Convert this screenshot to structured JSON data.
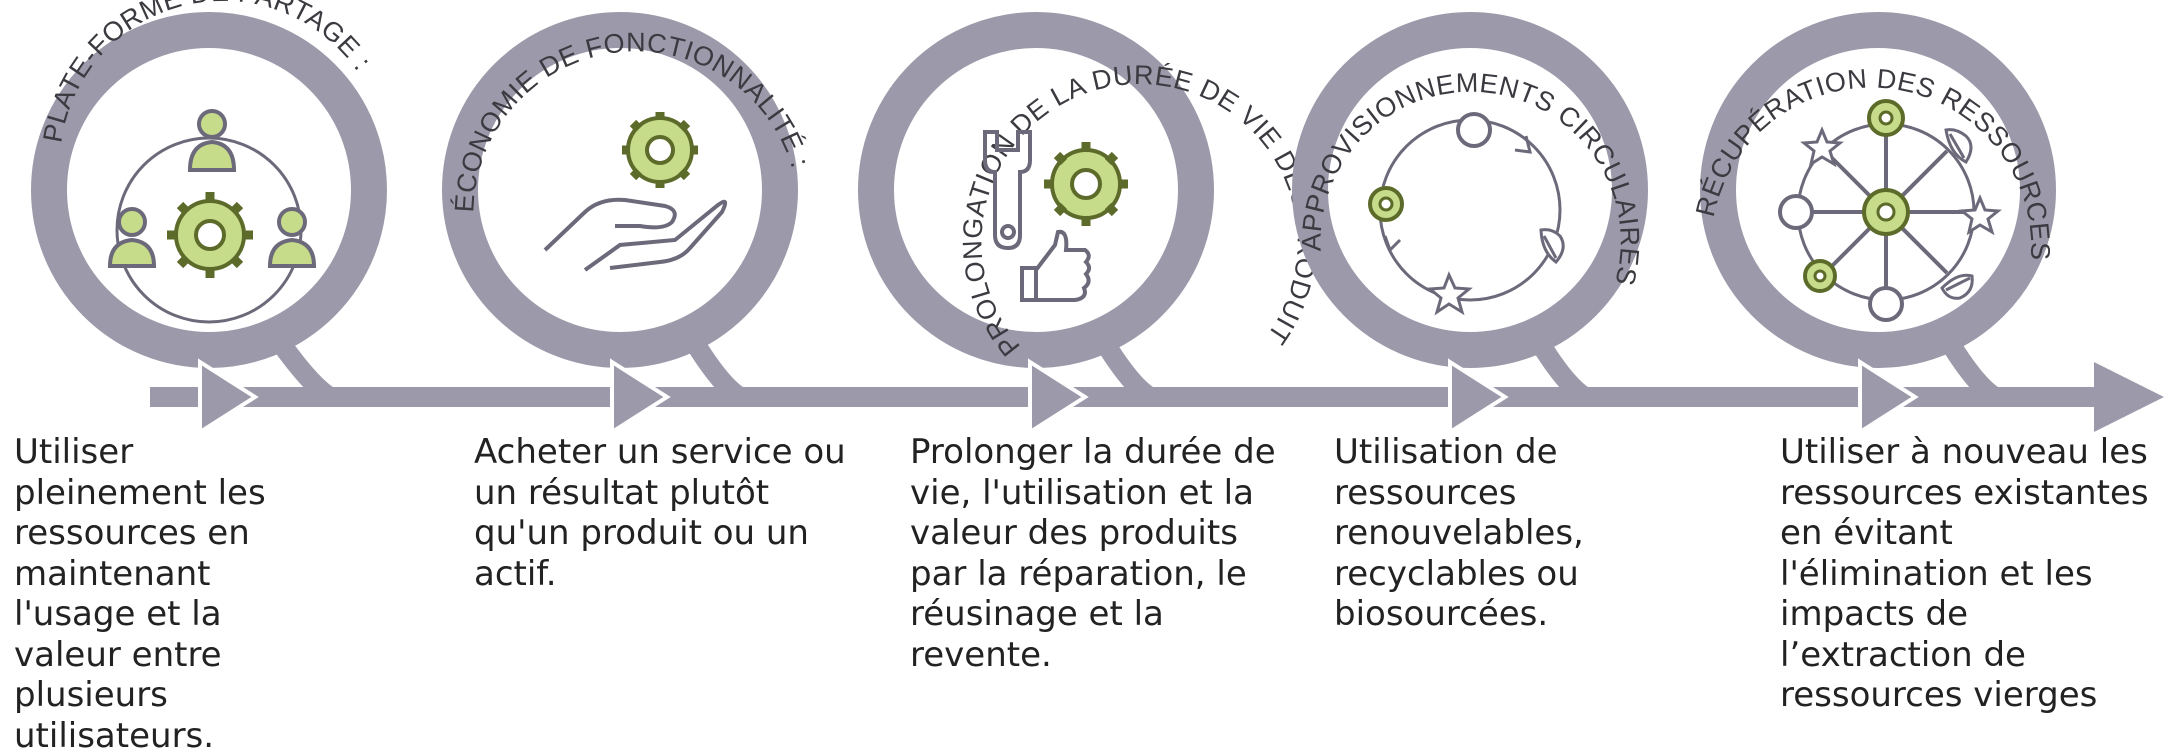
{
  "colors": {
    "ring": "#9c9aaa",
    "ring_inner": "#ffffff",
    "icon_stroke": "#6c6a7a",
    "gear_fill": "#c7dc8a",
    "gear_stroke": "#5d6b2a",
    "text": "#222222"
  },
  "steps": [
    {
      "title": "PLATE-FORME DE PARTAGE :",
      "icon": "people-sharing-gear-icon",
      "description": "Utiliser pleinement les ressources en maintenant l'usage et la valeur entre plusieurs utilisateurs."
    },
    {
      "title": "ÉCONOMIE DE FONCTIONNALITÉ :",
      "icon": "hand-with-gear-icon",
      "description": "Acheter un service ou un résultat plutôt qu'un produit ou un actif."
    },
    {
      "title": "PROLONGATION DE LA DURÉE DE VIE DES PRODUITS :",
      "icon": "wrench-gear-thumbs-up-icon",
      "description": "Prolonger la durée de vie, l'utilisation et la valeur des produits par la réparation, le réusinage et la revente."
    },
    {
      "title": "APPROVISIONNEMENTS CIRCULAIRES :",
      "icon": "circular-supply-cycle-icon",
      "description": "Utilisation de ressources renouvelables, recyclables ou biosourcées."
    },
    {
      "title": "RÉCUPÉRATION DES RESSOURCES :",
      "icon": "resource-recovery-network-icon",
      "description": "Utiliser à nouveau les ressources existantes en évitant l'élimination et les impacts de l’extraction de ressources vierges"
    }
  ]
}
